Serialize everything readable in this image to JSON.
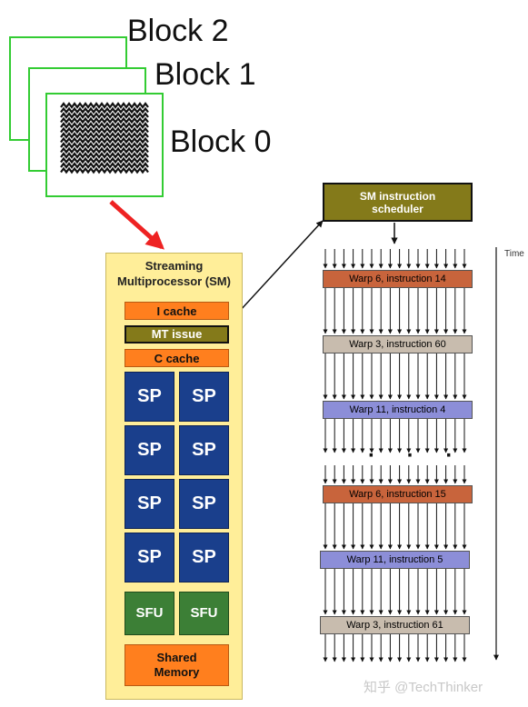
{
  "blocks": {
    "block2": "Block 2",
    "block1": "Block 1",
    "block0": "Block 0"
  },
  "sm": {
    "title_line1": "Streaming",
    "title_line2": "Multiprocessor (SM)",
    "icache": "I cache",
    "mt_issue": "MT issue",
    "ccache": "C cache",
    "sp": "SP",
    "sfu": "SFU",
    "shared_line1": "Shared",
    "shared_line2": "Memory"
  },
  "scheduler": {
    "line1": "SM instruction",
    "line2": "scheduler"
  },
  "warps": [
    {
      "label": "Warp 6, instruction 14",
      "color": "#c8643c"
    },
    {
      "label": "Warp 3, instruction 60",
      "color": "#c8bcae"
    },
    {
      "label": "Warp 11, instruction 4",
      "color": "#8c8ed8"
    },
    {
      "label": "Warp 6, instruction 15",
      "color": "#c8643c"
    },
    {
      "label": "Warp 11, instruction 5",
      "color": "#8c8ed8"
    },
    {
      "label": "Warp 3, instruction 61",
      "color": "#c8bcae"
    }
  ],
  "ellipsis": "· · ·",
  "time_label": "Time",
  "watermark": "知乎 @TechThinker",
  "colors": {
    "block_border": "#33cc33",
    "red_arrow": "#ee2222",
    "sm_bg": "#ffee99"
  }
}
